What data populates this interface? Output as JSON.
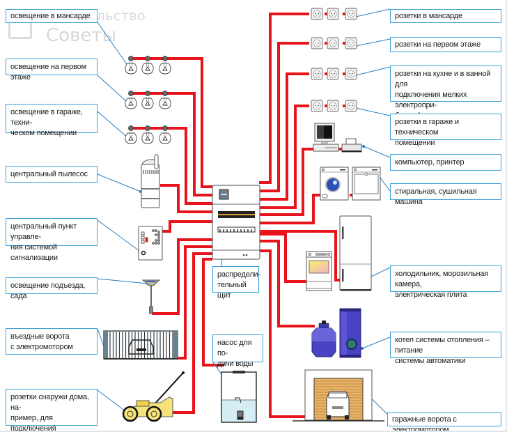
{
  "watermark": {
    "line1": "Строительство",
    "line2": "Советы"
  },
  "labels_left": [
    {
      "id": "lighting-attic",
      "text": "освещение в мансарде"
    },
    {
      "id": "lighting-first-floor",
      "text": "освещение на первом этаже"
    },
    {
      "id": "lighting-garage",
      "text": "освещение в гараже, техни-\nческом помещении"
    },
    {
      "id": "central-vacuum",
      "text": "центральный пылесос"
    },
    {
      "id": "alarm-control",
      "text": "центральный пункт управле-\nния системой сигнализации"
    },
    {
      "id": "entrance-garden-light",
      "text": "освещение подъезда, сада"
    },
    {
      "id": "entrance-gate",
      "text": "въездные ворота\nс электромотором"
    },
    {
      "id": "outdoor-sockets",
      "text": "розетки снаружи дома, на-\nпример, для подключения\nгазонокосилки"
    }
  ],
  "labels_right": [
    {
      "id": "sockets-attic",
      "text": "розетки в мансарде"
    },
    {
      "id": "sockets-first-floor",
      "text": "розетки на первом этаже"
    },
    {
      "id": "sockets-kitchen-bath",
      "text": "розетки на кухне и в ванной для\nподключения мелких электропри-\nборов (тостеры, миксеры, фены)"
    },
    {
      "id": "sockets-garage",
      "text": "розетки в гараже и техническом\nпомещении"
    },
    {
      "id": "computer-printer",
      "text": "компьютер, принтер"
    },
    {
      "id": "washer-dryer",
      "text": "стиральная, сушильная машина"
    },
    {
      "id": "fridge-freezer-stove",
      "text": "холодильник, морозильная камера,\nэлектрическая плита"
    },
    {
      "id": "boiler",
      "text": "котел системы отопления – питание\nсистемы автоматики"
    },
    {
      "id": "garage-door",
      "text": "гаражные ворота с электромотором"
    }
  ],
  "labels_center": [
    {
      "id": "distribution-board",
      "text": "распредели-\nтельный щит"
    },
    {
      "id": "water-pump",
      "text": "насос для по-\nдачи воды"
    }
  ],
  "colors": {
    "wire": "#e8141c",
    "label_border": "#3aa0d8",
    "leader_line": "#2a7fc0",
    "appliance_blue": "#4a43c4",
    "mower_yellow": "#f5e27a",
    "garage_door": "#e9b46a"
  }
}
